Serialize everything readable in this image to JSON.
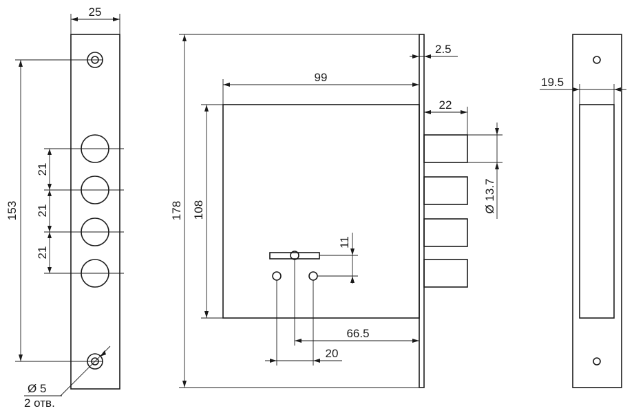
{
  "dimensions": {
    "faceplate_width": "25",
    "faceplate_hole_span": "153",
    "bolt_pitch_1": "21",
    "bolt_pitch_2": "21",
    "bolt_pitch_3": "21",
    "mount_hole_dia": "Ø 5",
    "mount_hole_count": "2 отв.",
    "overall_height": "178",
    "body_height": "108",
    "body_width": "99",
    "faceplate_thickness": "2.5",
    "bolt_throw": "22",
    "bolt_diameter": "Ø 13.7",
    "keyhole_offset": "11",
    "backset": "66.5",
    "keyhole_spacing": "20",
    "strike_offset": "19.5"
  }
}
